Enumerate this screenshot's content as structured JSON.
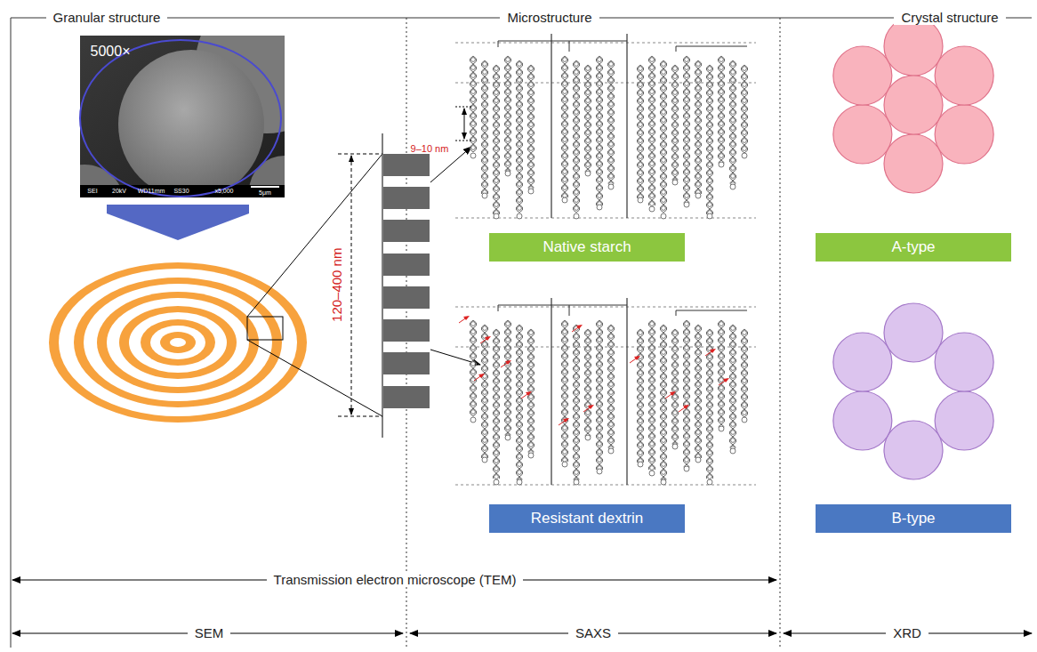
{
  "diagram": {
    "nodes": [
      {
        "text": [
          "Native starch"
        ]
      },
      {
        "text": [
          "Resistant dextrin"
        ]
      },
      {
        "text": [
          "A-type"
        ]
      },
      {
        "text": [
          "B-type"
        ]
      }
    ],
    "labels": [
      "Granular structure",
      "Microstructure",
      "Crystal structure",
      "5000×",
      "SEI",
      "20kV",
      "WD11mm",
      "SS30",
      "x5,000",
      "5μm",
      "9–10 nm",
      "120–400 nm",
      "Transmission electron microscope (TEM)",
      "SEM",
      "SAXS",
      "XRD"
    ]
  }
}
